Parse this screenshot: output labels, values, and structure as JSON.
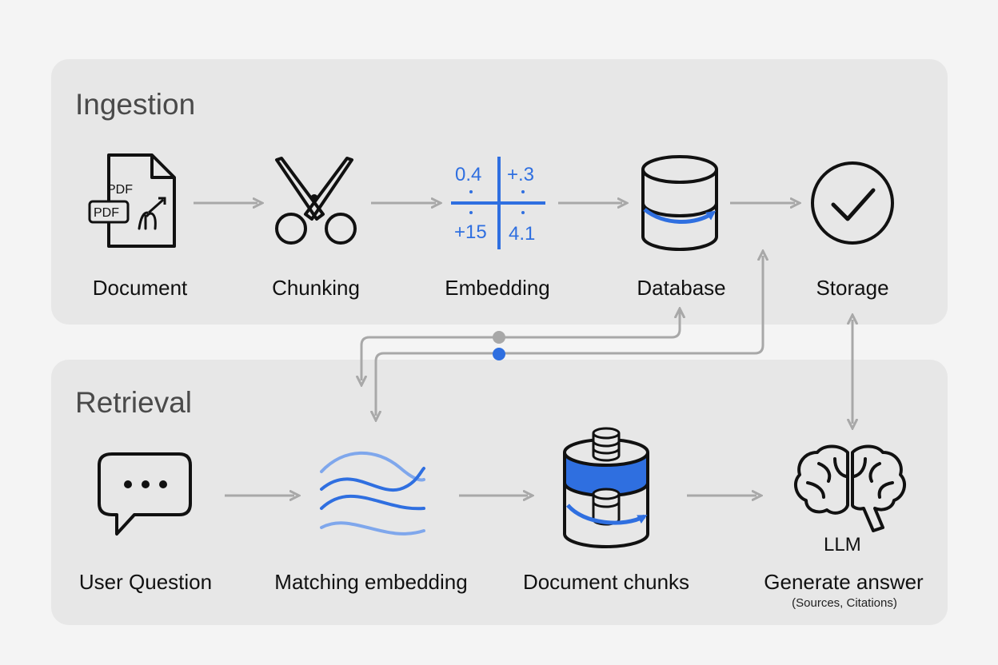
{
  "sections": {
    "ingestion": "Ingestion",
    "retrieval": "Retrieval"
  },
  "ingestion_steps": [
    {
      "id": "document",
      "label": "Document",
      "icon": "document-pdf-icon",
      "icon_text": [
        "PDF",
        "PDF"
      ]
    },
    {
      "id": "chunking",
      "label": "Chunking",
      "icon": "scissors-icon"
    },
    {
      "id": "embedding",
      "label": "Embedding",
      "icon": "vector-grid-icon",
      "icon_text": [
        "0.4",
        "+.3",
        "+15",
        "4.1"
      ]
    },
    {
      "id": "database",
      "label": "Database",
      "icon": "database-icon"
    },
    {
      "id": "storage",
      "label": "Storage",
      "icon": "checkmark-circle-icon"
    }
  ],
  "retrieval_steps": [
    {
      "id": "user-question",
      "label": "User Question",
      "icon": "chat-bubble-icon"
    },
    {
      "id": "matching-embedding",
      "label": "Matching embedding",
      "icon": "wave-lines-icon"
    },
    {
      "id": "document-chunks",
      "label": "Document chunks",
      "icon": "database-chunks-icon"
    },
    {
      "id": "generate-answer",
      "label": "Generate answer",
      "sublabel": "(Sources, Citations)",
      "icon": "brain-icon",
      "icon_text": "LLM"
    }
  ],
  "colors": {
    "accent_blue": "#2f6fe0",
    "light_blue": "#7fa7ec",
    "arrow_gray": "#a8a8a8",
    "panel": "#e7e7e7",
    "background": "#f4f4f4",
    "ink": "#111111"
  }
}
